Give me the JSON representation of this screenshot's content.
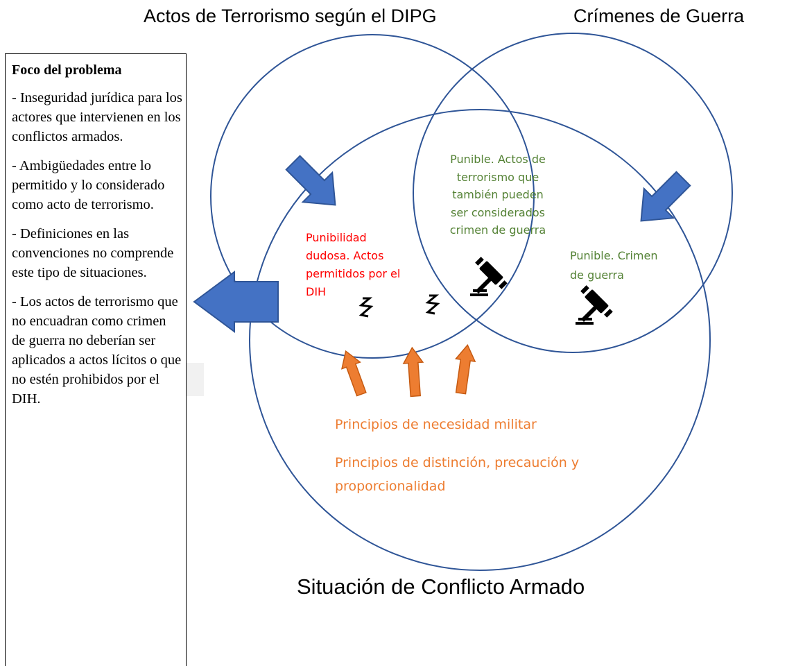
{
  "titles": {
    "terrorism": "Actos de Terrorismo según el DIPG",
    "war_crimes": "Crímenes de Guerra",
    "armed_conflict": "Situación de Conflicto Armado"
  },
  "problem_box": {
    "heading": "Foco del problema",
    "points": [
      "- Inseguridad jurídica para los actores que intervienen en los conflictos armados.",
      "- Ambigüedades entre lo permitido y lo considerado como acto de terrorismo.",
      "- Definiciones en las convenciones no comprende este tipo de situaciones.",
      "- Los actos de terrorismo que no encuadran como crimen de guerra no deberían ser aplicados a actos lícitos o que no estén prohibidos por el DIH."
    ]
  },
  "regions": {
    "doubtful": "Punibilidad\ndudosa. Actos\npermitidos por el\nDIH",
    "intersection": "Punible. Actos de\nterrorismo que\ntambién pueden\nser considerados\ncrimen de guerra",
    "war_crime": "Punible. Crimen\nde guerra"
  },
  "principles": {
    "necessity": "Principios de necesidad militar",
    "distinction": "Principios de distinción, precaución y\nproporcionalidad"
  },
  "colors": {
    "circle_stroke": "#2f5597",
    "blue_arrow": "#4472c4",
    "orange_arrow": "#ed7d31",
    "red_text": "#ff0000",
    "green_text": "#548235",
    "orange_text": "#ed7d31"
  },
  "icons": [
    "gavel-icon",
    "zigzag-icon"
  ]
}
